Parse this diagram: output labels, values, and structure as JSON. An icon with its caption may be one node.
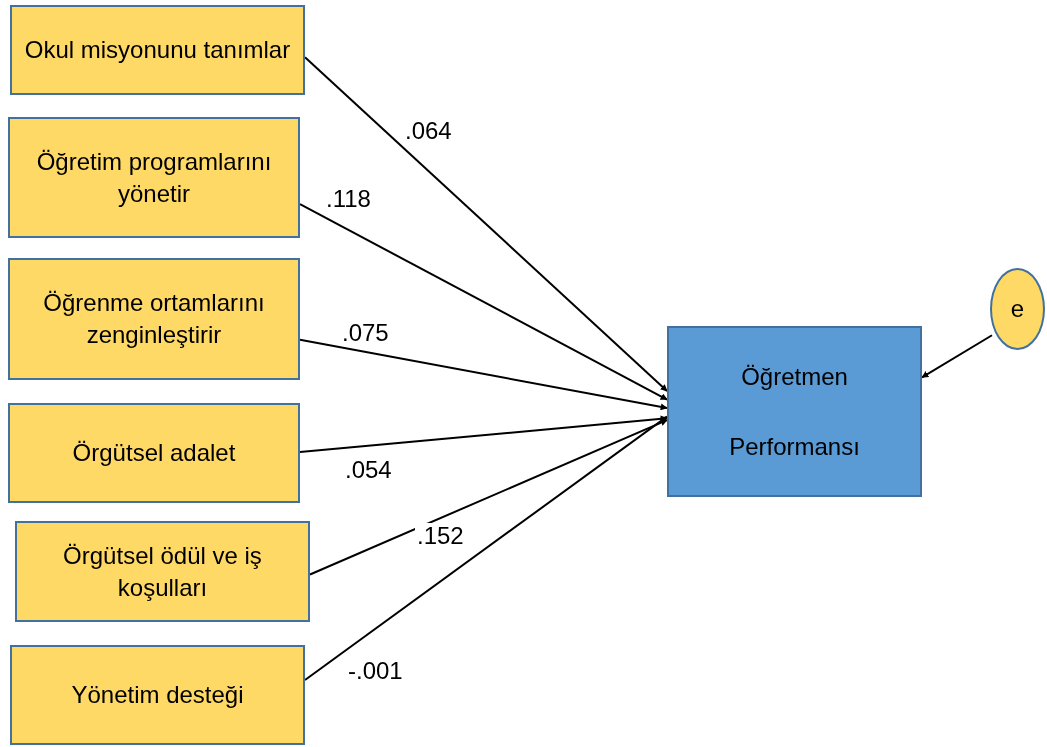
{
  "diagram": {
    "nodes": [
      {
        "text": [
          "Okul misyonunu tanımlar"
        ]
      },
      {
        "text": [
          "Öğretim programlarını yönetir"
        ]
      },
      {
        "text": [
          "Öğrenme ortamlarını zenginleştirir"
        ]
      },
      {
        "text": [
          "Örgütsel adalet"
        ]
      },
      {
        "text": [
          "Örgütsel ödül ve iş koşulları"
        ]
      },
      {
        "text": [
          "Yönetim desteği"
        ]
      },
      {
        "text": [
          "Öğretmen Performansı"
        ]
      },
      {
        "text": [
          "e"
        ]
      }
    ],
    "edges": [
      {
        "from": 0,
        "to": 6,
        "arrow": "to",
        "label": ".064"
      },
      {
        "from": 1,
        "to": 6,
        "arrow": "to",
        "label": ".118"
      },
      {
        "from": 2,
        "to": 6,
        "arrow": "to",
        "label": ".075"
      },
      {
        "from": 3,
        "to": 6,
        "arrow": "to",
        "label": ".054"
      },
      {
        "from": 4,
        "to": 6,
        "arrow": "to",
        "label": ".152"
      },
      {
        "from": 5,
        "to": 6,
        "arrow": "to",
        "label": "-.001"
      },
      {
        "from": 7,
        "to": 6,
        "arrow": "to"
      }
    ]
  }
}
